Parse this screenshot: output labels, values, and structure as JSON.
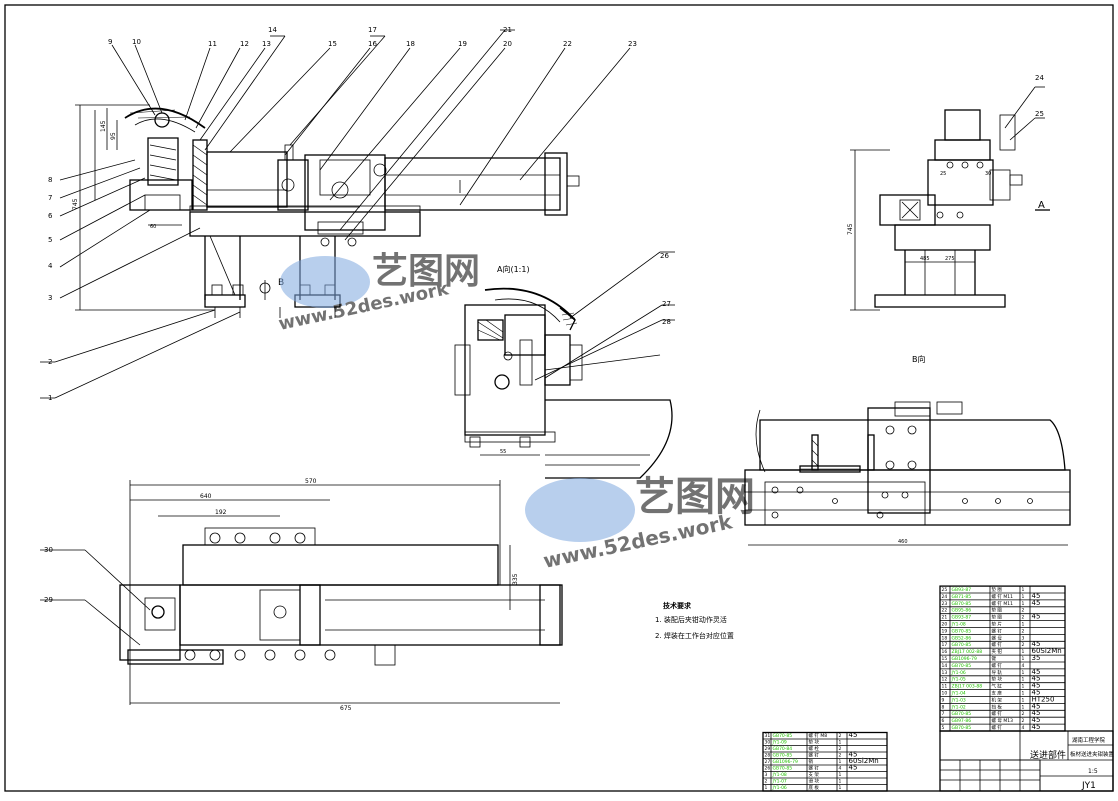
{
  "drawing": {
    "balloons": [
      "1",
      "2",
      "3",
      "4",
      "5",
      "6",
      "7",
      "8",
      "9",
      "10",
      "11",
      "12",
      "13",
      "14",
      "15",
      "16",
      "17",
      "18",
      "19",
      "20",
      "21",
      "22",
      "23",
      "24",
      "25",
      "26",
      "27",
      "28",
      "29",
      "30"
    ],
    "dims": {
      "d570": "570",
      "d640": "640",
      "d192": "192",
      "d675": "675",
      "d335": "335",
      "d460": "460",
      "d485": "485",
      "d275": "275",
      "d745": "745",
      "d25": "25",
      "d30": "30",
      "d55": "55",
      "d145": "145",
      "d95": "95",
      "d60": "60"
    },
    "view_labels": {
      "a_detail": "A向(1:1)",
      "b_view": "B向",
      "a_arrow": "A",
      "b_arrow": "B"
    },
    "notes": {
      "heading": "技术要求",
      "line1": "1.  装配后夹钳动作灵活",
      "line2": "2.  焊装在工作台对应位置"
    },
    "watermark": {
      "brand": "艺图网",
      "url": "www.52des.work"
    },
    "title_block": {
      "part_name": "送进部件",
      "school": "湖南工程学院",
      "drawing_title": "板材送进夹钳装置",
      "scale": "1:5",
      "drawing_no": "JY1"
    },
    "bom_right": [
      {
        "no": "25",
        "code": "GB93-87",
        "name": "垫 圈",
        "qty": "1",
        "mat": ""
      },
      {
        "no": "24",
        "code": "GB71-85",
        "name": "螺 钉 M11",
        "qty": "1",
        "mat": "45"
      },
      {
        "no": "23",
        "code": "GB70-85",
        "name": "螺 钉 M11",
        "qty": "1",
        "mat": "45"
      },
      {
        "no": "22",
        "code": "GB95-86",
        "name": "垫 圈",
        "qty": "2",
        "mat": ""
      },
      {
        "no": "21",
        "code": "GB93-87",
        "name": "垫 圈",
        "qty": "2",
        "mat": "45"
      },
      {
        "no": "20",
        "code": "JY1-08",
        "name": "垫 片",
        "qty": "1",
        "mat": ""
      },
      {
        "no": "19",
        "code": "GB70-85",
        "name": "螺 钉",
        "qty": "2",
        "mat": ""
      },
      {
        "no": "18",
        "code": "GB52-86",
        "name": "螺 母",
        "qty": "3",
        "mat": ""
      },
      {
        "no": "17",
        "code": "GB70-85",
        "name": "螺 钉",
        "qty": "2",
        "mat": "45"
      },
      {
        "no": "16",
        "code": "ZBJ17 002-88",
        "name": "夹 钳",
        "qty": "1",
        "mat": "60Si2Mn"
      },
      {
        "no": "15",
        "code": "GB1096-79",
        "name": "键",
        "qty": "1",
        "mat": "35"
      },
      {
        "no": "14",
        "code": "GB70-85",
        "name": "螺 钉",
        "qty": "4",
        "mat": ""
      },
      {
        "no": "13",
        "code": "JY1-06",
        "name": "导 轨",
        "qty": "1",
        "mat": "45"
      },
      {
        "no": "12",
        "code": "JY1-05",
        "name": "垫 块",
        "qty": "1",
        "mat": "45"
      },
      {
        "no": "11",
        "code": "ZBJ17 003-88",
        "name": "气 缸",
        "qty": "1",
        "mat": "45"
      },
      {
        "no": "10",
        "code": "JY1-04",
        "name": "支 座",
        "qty": "1",
        "mat": "45"
      },
      {
        "no": "9",
        "code": "JY1-03",
        "name": "机 架",
        "qty": "1",
        "mat": "HT250"
      },
      {
        "no": "8",
        "code": "JY1-02",
        "name": "挡 板",
        "qty": "1",
        "mat": "45"
      },
      {
        "no": "7",
        "code": "GB70-85",
        "name": "螺 钉",
        "qty": "2",
        "mat": "45"
      },
      {
        "no": "6",
        "code": "GB97-86",
        "name": "螺 母 M13",
        "qty": "2",
        "mat": "45"
      },
      {
        "no": "5",
        "code": "GB70-85",
        "name": "螺 钉",
        "qty": "4",
        "mat": "45"
      }
    ],
    "bom_left": [
      {
        "no": "31",
        "code": "GB70-85",
        "name": "螺 钉 M8",
        "qty": "2",
        "mat": "45"
      },
      {
        "no": "30",
        "code": "JY1-09",
        "name": "垫 块",
        "qty": "1",
        "mat": ""
      },
      {
        "no": "29",
        "code": "GB70-84",
        "name": "螺 栓",
        "qty": "2",
        "mat": ""
      },
      {
        "no": "28",
        "code": "GB70-85",
        "name": "螺 钉",
        "qty": "2",
        "mat": "45"
      },
      {
        "no": "27",
        "code": "GB1096-79",
        "name": "销",
        "qty": "1",
        "mat": "60Si2Mn"
      },
      {
        "no": "26",
        "code": "GB70-85",
        "name": "螺 钉",
        "qty": "4",
        "mat": "45"
      },
      {
        "no": "3",
        "code": "JY1-08",
        "name": "支 架",
        "qty": "1",
        "mat": ""
      },
      {
        "no": "2",
        "code": "JY1-07",
        "name": "滑 块",
        "qty": "1",
        "mat": ""
      },
      {
        "no": "1",
        "code": "JY1-06",
        "name": "底 板",
        "qty": "1",
        "mat": ""
      }
    ]
  }
}
